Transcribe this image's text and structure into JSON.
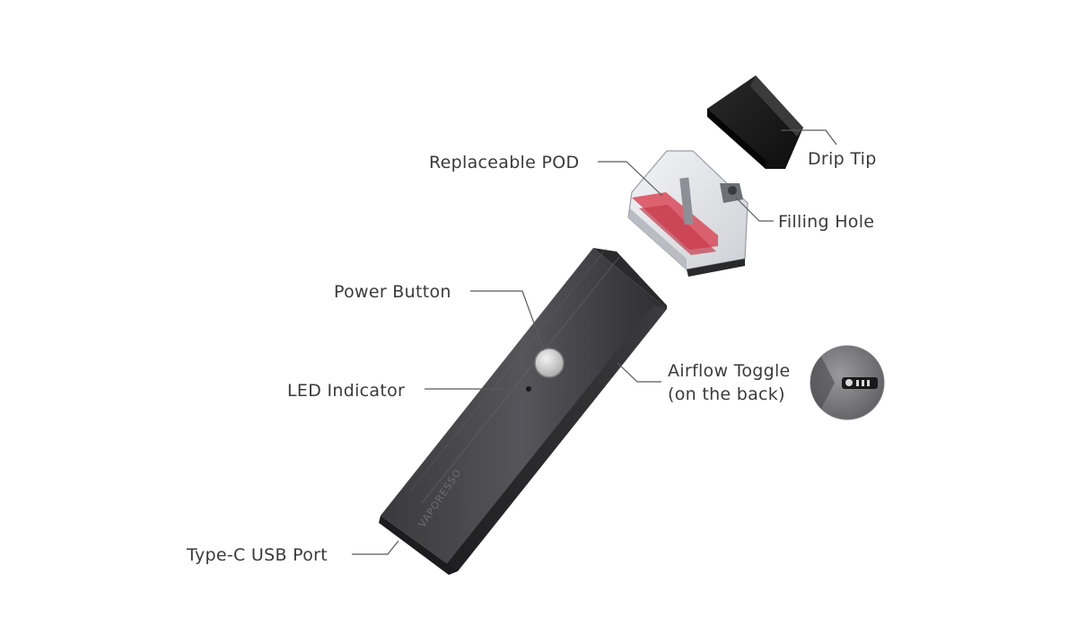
{
  "callouts": {
    "drip_tip": "Drip Tip",
    "replaceable_pod": "Replaceable POD",
    "filling_hole": "Filling Hole",
    "power_button": "Power Button",
    "led_indicator": "LED Indicator",
    "airflow_toggle_line1": "Airflow Toggle",
    "airflow_toggle_line2": "(on the back)",
    "usb_port": "Type-C USB Port"
  },
  "device": {
    "brand_engraving": "VAPORESSO"
  },
  "colors": {
    "body_dark": "#2b2b2d",
    "body_mid": "#4a4a4d",
    "body_light": "#6e6e72",
    "liquid": "#d94a5a",
    "label_text": "#3a3a3a",
    "leader_line": "#5a5a5a"
  }
}
